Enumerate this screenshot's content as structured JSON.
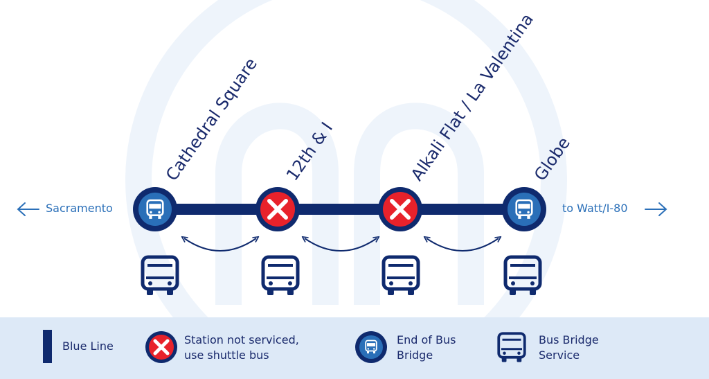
{
  "colors": {
    "line": "#0f2a6e",
    "closed": "#e8222b",
    "open_fill": "#2a6fb8",
    "text": "#1a2a6c",
    "accent": "#2a6fb8",
    "legend_bg": "#dde9f7",
    "watermark": "#eef4fb"
  },
  "directions": {
    "left": "Sacramento",
    "right": "to Watt/I-80"
  },
  "stations": [
    {
      "name": "Cathedral Square",
      "status": "end-of-bus-bridge"
    },
    {
      "name": "12th & I",
      "status": "not-serviced"
    },
    {
      "name": "Alkali Flat / La Valentina",
      "status": "not-serviced"
    },
    {
      "name": "Globe",
      "status": "end-of-bus-bridge"
    }
  ],
  "legend": {
    "blue_line": "Blue Line",
    "not_serviced": "Station not serviced,\nuse shuttle bus",
    "end_bridge": "End of Bus\nBridge",
    "bridge_service": "Bus Bridge\nService"
  }
}
